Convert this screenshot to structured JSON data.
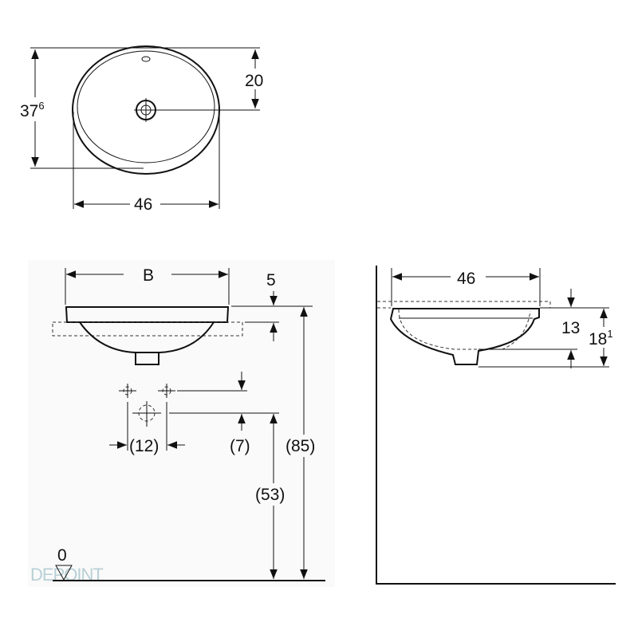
{
  "top_view": {
    "depth_main": "37",
    "depth_sup": "6",
    "drain_offset": "20",
    "width": "46"
  },
  "front_view": {
    "width_label": "B",
    "rim_height": "5",
    "tap_spacing": "(12)",
    "tap_offset": "(7)",
    "total_height": "(85)",
    "drain_height": "(53)",
    "floor_level": "0"
  },
  "side_view": {
    "width": "46",
    "bowl_depth": "13",
    "total_depth_main": "18",
    "total_depth_sup": "1"
  },
  "watermark": "DEPOINT"
}
